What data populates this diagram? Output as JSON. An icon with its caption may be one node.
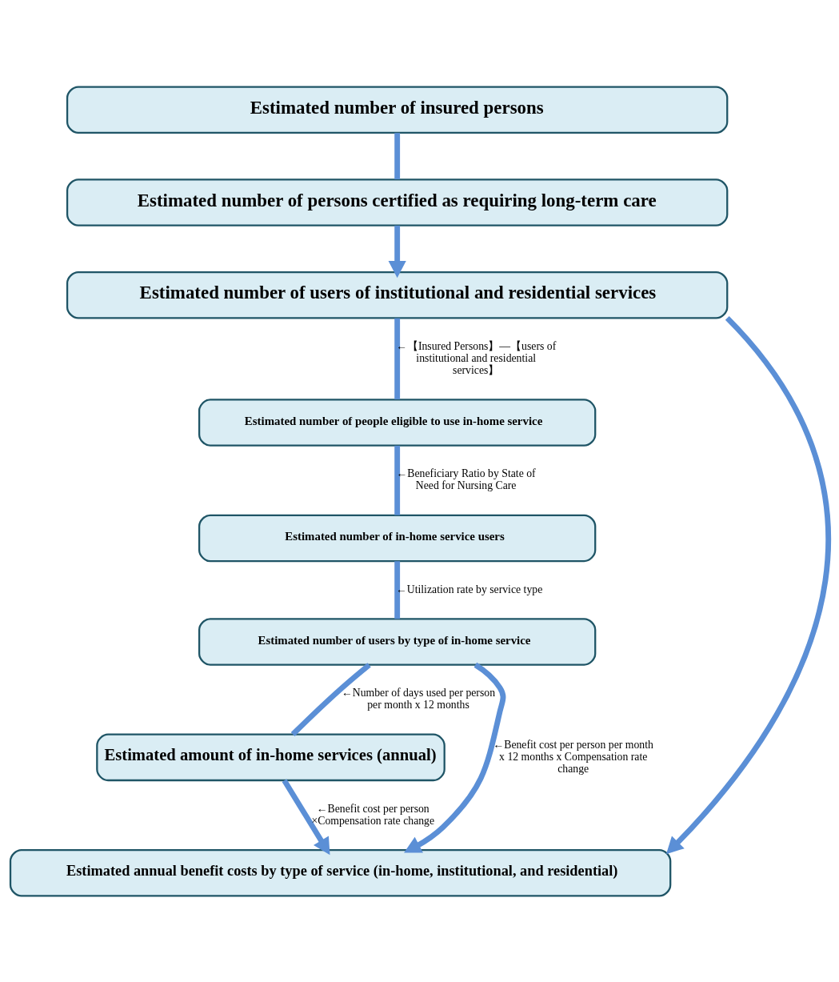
{
  "diagram": {
    "nodes": [
      {
        "text": [
          "Estimated number of insured persons"
        ]
      },
      {
        "text": [
          "Estimated number of persons certified as requiring long-term care"
        ]
      },
      {
        "text": [
          "Estimated number of users of institutional and residential services"
        ]
      },
      {
        "text": [
          "Estimated number of people eligible to use in-home service"
        ]
      },
      {
        "text": [
          "Estimated number of in-home service users"
        ]
      },
      {
        "text": [
          "Estimated number of users by type of in-home service"
        ]
      },
      {
        "text": [
          "Estimated amount of in-home services (annual)"
        ]
      },
      {
        "text": [
          "Estimated annual benefit costs by type of service (in-home, institutional, and residential)"
        ]
      }
    ],
    "edges": [
      {
        "from": 0,
        "to": 1,
        "arrow": "none"
      },
      {
        "from": 1,
        "to": 2,
        "arrow": "to"
      },
      {
        "from": 2,
        "to": 3,
        "arrow": "none",
        "label": "←【Insured Persons】―【users of institutional and residential services】"
      },
      {
        "from": 3,
        "to": 4,
        "arrow": "none",
        "label": "←Beneficiary Ratio by State of Need for Nursing Care"
      },
      {
        "from": 4,
        "to": 5,
        "arrow": "none",
        "label": "←Utilization rate by service type"
      },
      {
        "from": 5,
        "to": 6,
        "arrow": "none",
        "label": "←Number of days used per person per month x 12 months"
      },
      {
        "from": 5,
        "to": 7,
        "arrow": "to",
        "label": "←Benefit cost per person per month x 12 months x Compensation rate change"
      },
      {
        "from": 6,
        "to": 7,
        "arrow": "to",
        "label": "←Benefit cost per person ×Compensation rate change"
      },
      {
        "from": 2,
        "to": 7,
        "arrow": "to"
      }
    ]
  }
}
